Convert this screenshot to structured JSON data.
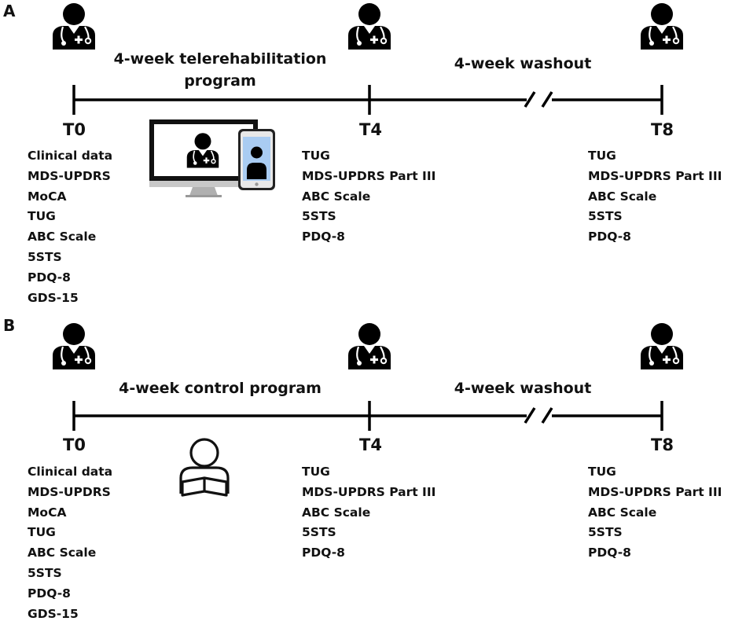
{
  "panels": [
    {
      "letter": "A",
      "program_line1": "4-week telerehabilitation",
      "program_line2": "program",
      "washout": "4-week washout",
      "timepoints": [
        "T0",
        "T4",
        "T8"
      ],
      "t0_measures": [
        "Clinical data",
        "MDS-UPDRS",
        "MoCA",
        "TUG",
        "ABC Scale",
        "5STS",
        "PDQ-8",
        "GDS-15"
      ],
      "t4_measures": [
        "TUG",
        "MDS-UPDRS Part III",
        "ABC Scale",
        "5STS",
        "PDQ-8"
      ],
      "t8_measures": [
        "TUG",
        "MDS-UPDRS Part III",
        "ABC Scale",
        "5STS",
        "PDQ-8"
      ],
      "icons": [
        "doctor-icon",
        "computer-monitor-icon",
        "smartphone-icon"
      ]
    },
    {
      "letter": "B",
      "program_line1": "4-week control program",
      "washout": "4-week washout",
      "timepoints": [
        "T0",
        "T4",
        "T8"
      ],
      "t0_measures": [
        "Clinical data",
        "MDS-UPDRS",
        "MoCA",
        "TUG",
        "ABC Scale",
        "5STS",
        "PDQ-8",
        "GDS-15"
      ],
      "t4_measures": [
        "TUG",
        "MDS-UPDRS Part III",
        "ABC Scale",
        "5STS",
        "PDQ-8"
      ],
      "t8_measures": [
        "TUG",
        "MDS-UPDRS Part III",
        "ABC Scale",
        "5STS",
        "PDQ-8"
      ],
      "icons": [
        "doctor-icon",
        "person-reading-icon"
      ]
    }
  ]
}
